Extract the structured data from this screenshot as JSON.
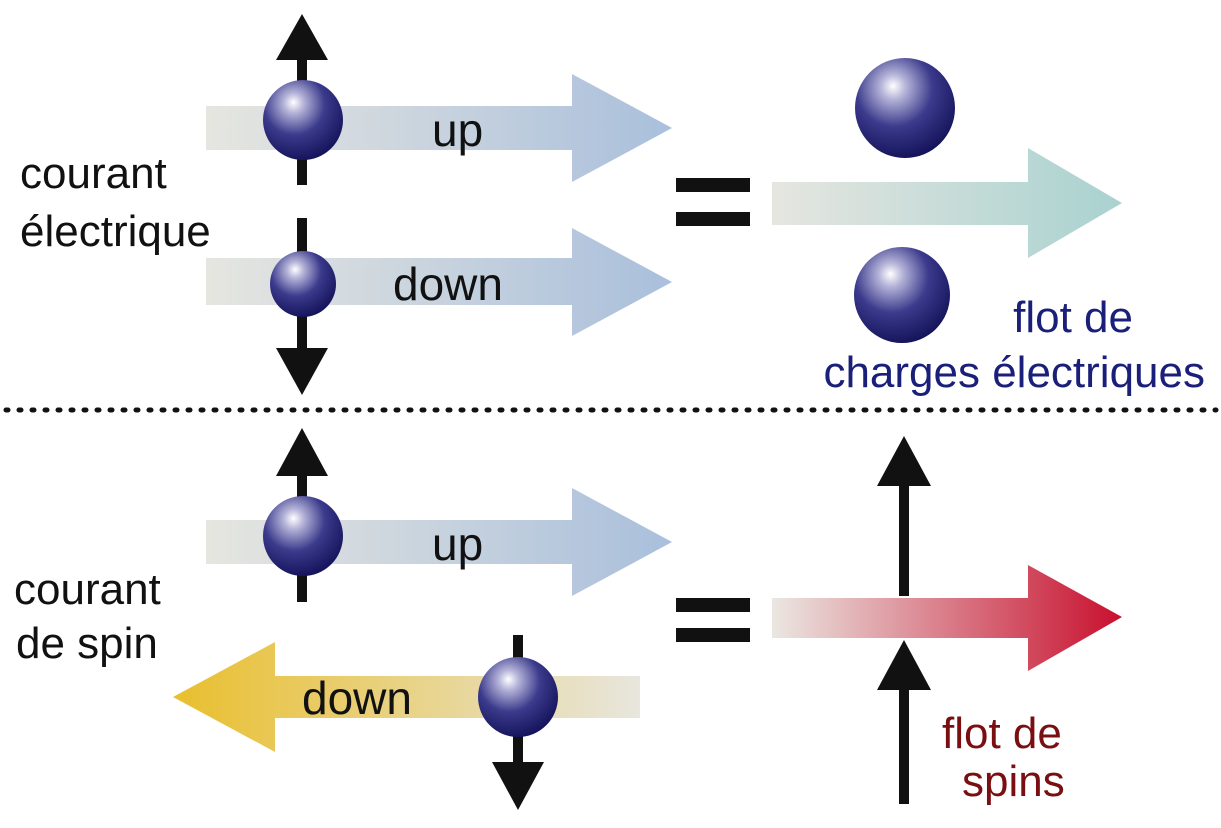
{
  "top": {
    "label_line1": "courant",
    "label_line2": "électrique",
    "up_label": "up",
    "down_label": "down",
    "equals": "=",
    "result_line1": "flot de",
    "result_line2": "charges électriques"
  },
  "bottom": {
    "label_line1": "courant",
    "label_line2": "de spin",
    "up_label": "up",
    "down_label": "down",
    "equals": "=",
    "result_line1": "flot de",
    "result_line2": "spins"
  },
  "colors": {
    "up_arrow": "#a9bfdc",
    "down_arrow_bottom": "#e9bf2e",
    "charge_arrow": "#a9d2d0",
    "spin_arrow": "#c8102e",
    "electron": "#1b1a6b",
    "charge_text": "#1a1f7a",
    "spin_text": "#7a0f12"
  }
}
